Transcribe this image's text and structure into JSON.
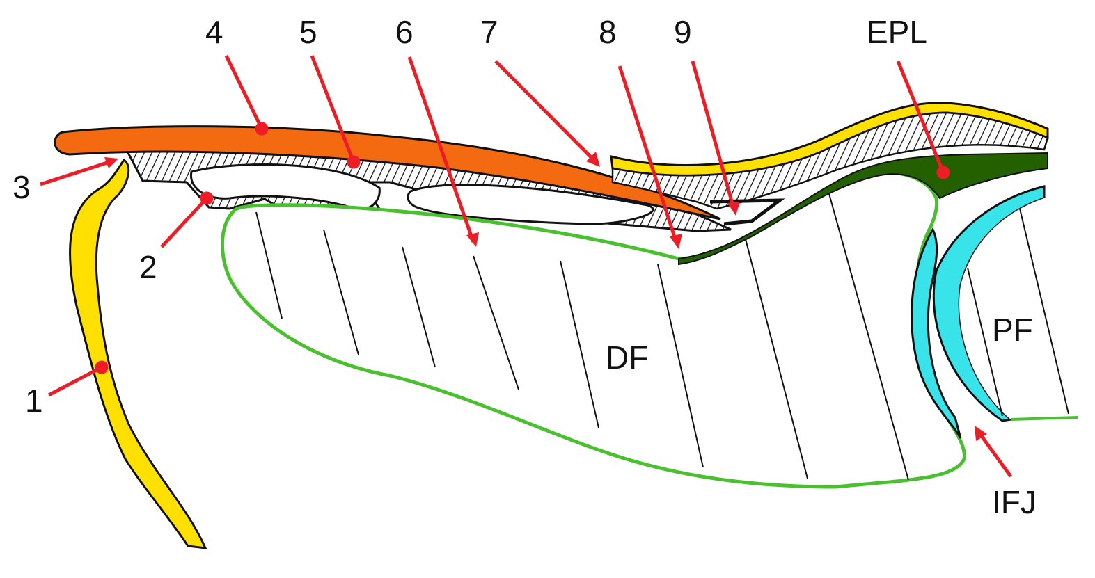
{
  "labels": {
    "n1": "1",
    "n2": "2",
    "n3": "3",
    "n4": "4",
    "n5": "5",
    "n6": "6",
    "n7": "7",
    "n8": "8",
    "n9": "9",
    "epl": "EPL",
    "df": "DF",
    "pf": "PF",
    "ifj": "IFJ"
  },
  "colors": {
    "orange_layer": "#f36a10",
    "yellow_layer": "#ffe000",
    "green_outline": "#49c12e",
    "dark_green": "#256000",
    "cyan_layer": "#38e3ea",
    "pointer": "#ee1c24",
    "outline": "#111111"
  }
}
